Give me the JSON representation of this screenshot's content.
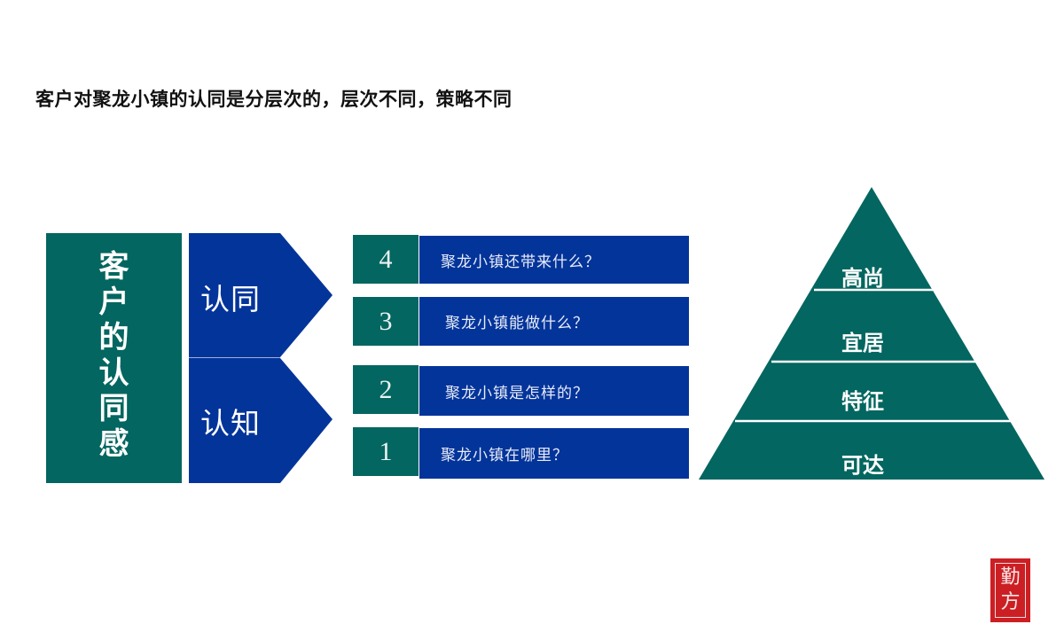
{
  "title": "客户对聚龙小镇的认同是分层次的，层次不同，策略不同",
  "left_block": {
    "label_chars": [
      "客",
      "户",
      "的",
      "认",
      "同",
      "感"
    ],
    "label": "客户的认同感",
    "color": "#036660"
  },
  "chevrons": [
    {
      "label": "认同",
      "color": "#03349a"
    },
    {
      "label": "认知",
      "color": "#03349a"
    }
  ],
  "levels": [
    {
      "number": "4",
      "question": "聚龙小镇还带来什么？"
    },
    {
      "number": "3",
      "question": "聚龙小镇能做什么？"
    },
    {
      "number": "2",
      "question": "聚龙小镇是怎样的？"
    },
    {
      "number": "1",
      "question": "聚龙小镇在哪里？"
    }
  ],
  "pyramid": {
    "color": "#036660",
    "tiers_top_to_bottom": [
      "高尚",
      "宜居",
      "特征",
      "可达"
    ]
  },
  "seal": {
    "chars": [
      "勤",
      "方"
    ],
    "color": "#cc1f24"
  }
}
